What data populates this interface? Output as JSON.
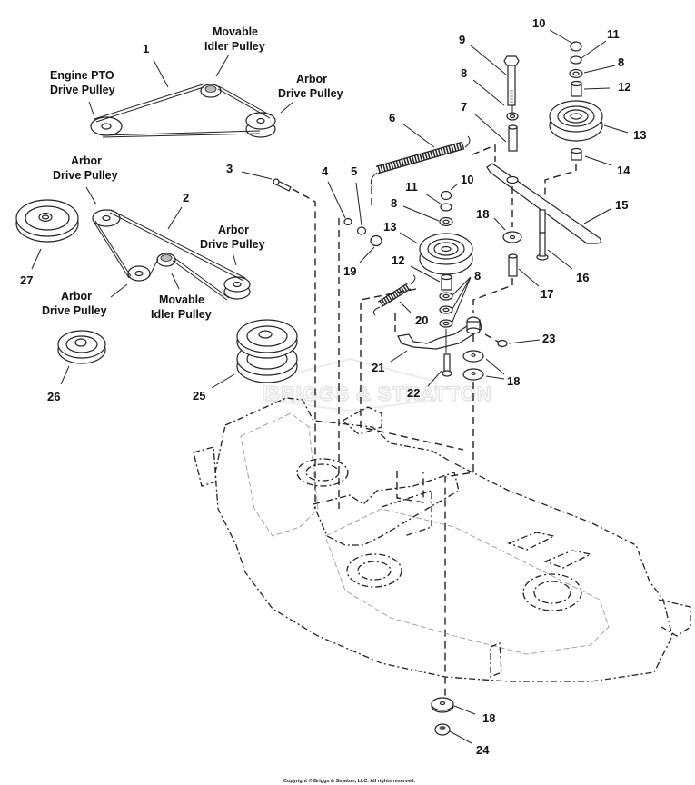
{
  "diagram": {
    "title": "Mower Deck Drive Belt & Pulley Assembly",
    "watermark": "BRIGGS & STRATTON",
    "copyright": "Copyright © Briggs & Stratton, LLC. All rights reserved.",
    "belt_diagrams": {
      "belt1": {
        "callout": "1",
        "labels": {
          "engine_pto": [
            "Engine PTO",
            "Drive Pulley"
          ],
          "idler": [
            "Movable",
            "Idler Pulley"
          ],
          "arbor": [
            "Arbor",
            "Drive Pulley"
          ]
        }
      },
      "belt2": {
        "callout": "2",
        "labels": {
          "arbor_top": [
            "Arbor",
            "Drive Pulley"
          ],
          "arbor_right": [
            "Arbor",
            "Drive Pulley"
          ],
          "arbor_bottom": [
            "Arbor",
            "Drive Pulley"
          ],
          "idler": [
            "Movable",
            "Idler Pulley"
          ]
        }
      }
    },
    "callouts": [
      {
        "id": "c1",
        "text": "1",
        "part": "Drive belt (3-pulley)"
      },
      {
        "id": "c2",
        "text": "2",
        "part": "Drive belt (4-pulley)"
      },
      {
        "id": "c3",
        "text": "3",
        "part": "Bolt"
      },
      {
        "id": "c4",
        "text": "4",
        "part": "Washer"
      },
      {
        "id": "c5",
        "text": "5",
        "part": "Nut"
      },
      {
        "id": "c6",
        "text": "6",
        "part": "Extension spring"
      },
      {
        "id": "c7",
        "text": "7",
        "part": "Spacer"
      },
      {
        "id": "c8a",
        "text": "8",
        "part": "Washer"
      },
      {
        "id": "c8b",
        "text": "8",
        "part": "Washer"
      },
      {
        "id": "c8c",
        "text": "8",
        "part": "Washer"
      },
      {
        "id": "c8d",
        "text": "8",
        "part": "Washers"
      },
      {
        "id": "c9",
        "text": "9",
        "part": "Bolt"
      },
      {
        "id": "c10a",
        "text": "10",
        "part": "Nut"
      },
      {
        "id": "c10b",
        "text": "10",
        "part": "Nut"
      },
      {
        "id": "c11a",
        "text": "11",
        "part": "Lock washer"
      },
      {
        "id": "c11b",
        "text": "11",
        "part": "Lock washer"
      },
      {
        "id": "c12a",
        "text": "12",
        "part": "Bushing"
      },
      {
        "id": "c12b",
        "text": "12",
        "part": "Bushing"
      },
      {
        "id": "c13a",
        "text": "13",
        "part": "Idler pulley"
      },
      {
        "id": "c13b",
        "text": "13",
        "part": "Idler pulley"
      },
      {
        "id": "c14",
        "text": "14",
        "part": "Spacer"
      },
      {
        "id": "c15",
        "text": "15",
        "part": "Idler arm"
      },
      {
        "id": "c16",
        "text": "16",
        "part": "Bolt"
      },
      {
        "id": "c17",
        "text": "17",
        "part": "Spacer"
      },
      {
        "id": "c18a",
        "text": "18",
        "part": "Washer"
      },
      {
        "id": "c18b",
        "text": "18",
        "part": "Washers"
      },
      {
        "id": "c18c",
        "text": "18",
        "part": "Washer"
      },
      {
        "id": "c19",
        "text": "19",
        "part": "Cap nut"
      },
      {
        "id": "c20",
        "text": "20",
        "part": "Spring"
      },
      {
        "id": "c21",
        "text": "21",
        "part": "Idler bracket"
      },
      {
        "id": "c22",
        "text": "22",
        "part": "Bolt"
      },
      {
        "id": "c23",
        "text": "23",
        "part": "Grease fitting"
      },
      {
        "id": "c24",
        "text": "24",
        "part": "Flange nut"
      },
      {
        "id": "c25",
        "text": "25",
        "part": "Double pulley"
      },
      {
        "id": "c26",
        "text": "26",
        "part": "Pulley"
      },
      {
        "id": "c27",
        "text": "27",
        "part": "Pulley"
      }
    ]
  }
}
